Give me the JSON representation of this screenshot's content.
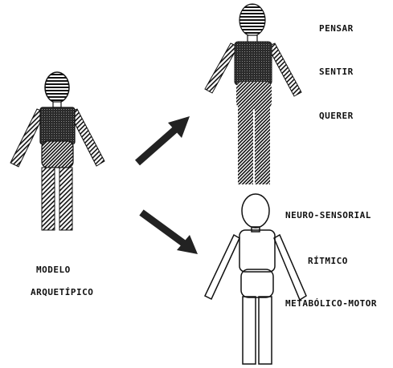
{
  "labels": {
    "pensar": "PENSAR",
    "sentir": "SENTIR",
    "querer": "QUERER",
    "neuro_sensorial": "NEURO-SENSORIAL",
    "ritmico": "RÍTMICO",
    "metabolico_motor": "METABÓLICO-MOTOR",
    "modelo": "MODELO",
    "arquetipico": "ARQUETÍPICO"
  },
  "colors": {
    "ink": "#111111",
    "background": "#ffffff",
    "dark_fill": "#2b2b2b"
  }
}
